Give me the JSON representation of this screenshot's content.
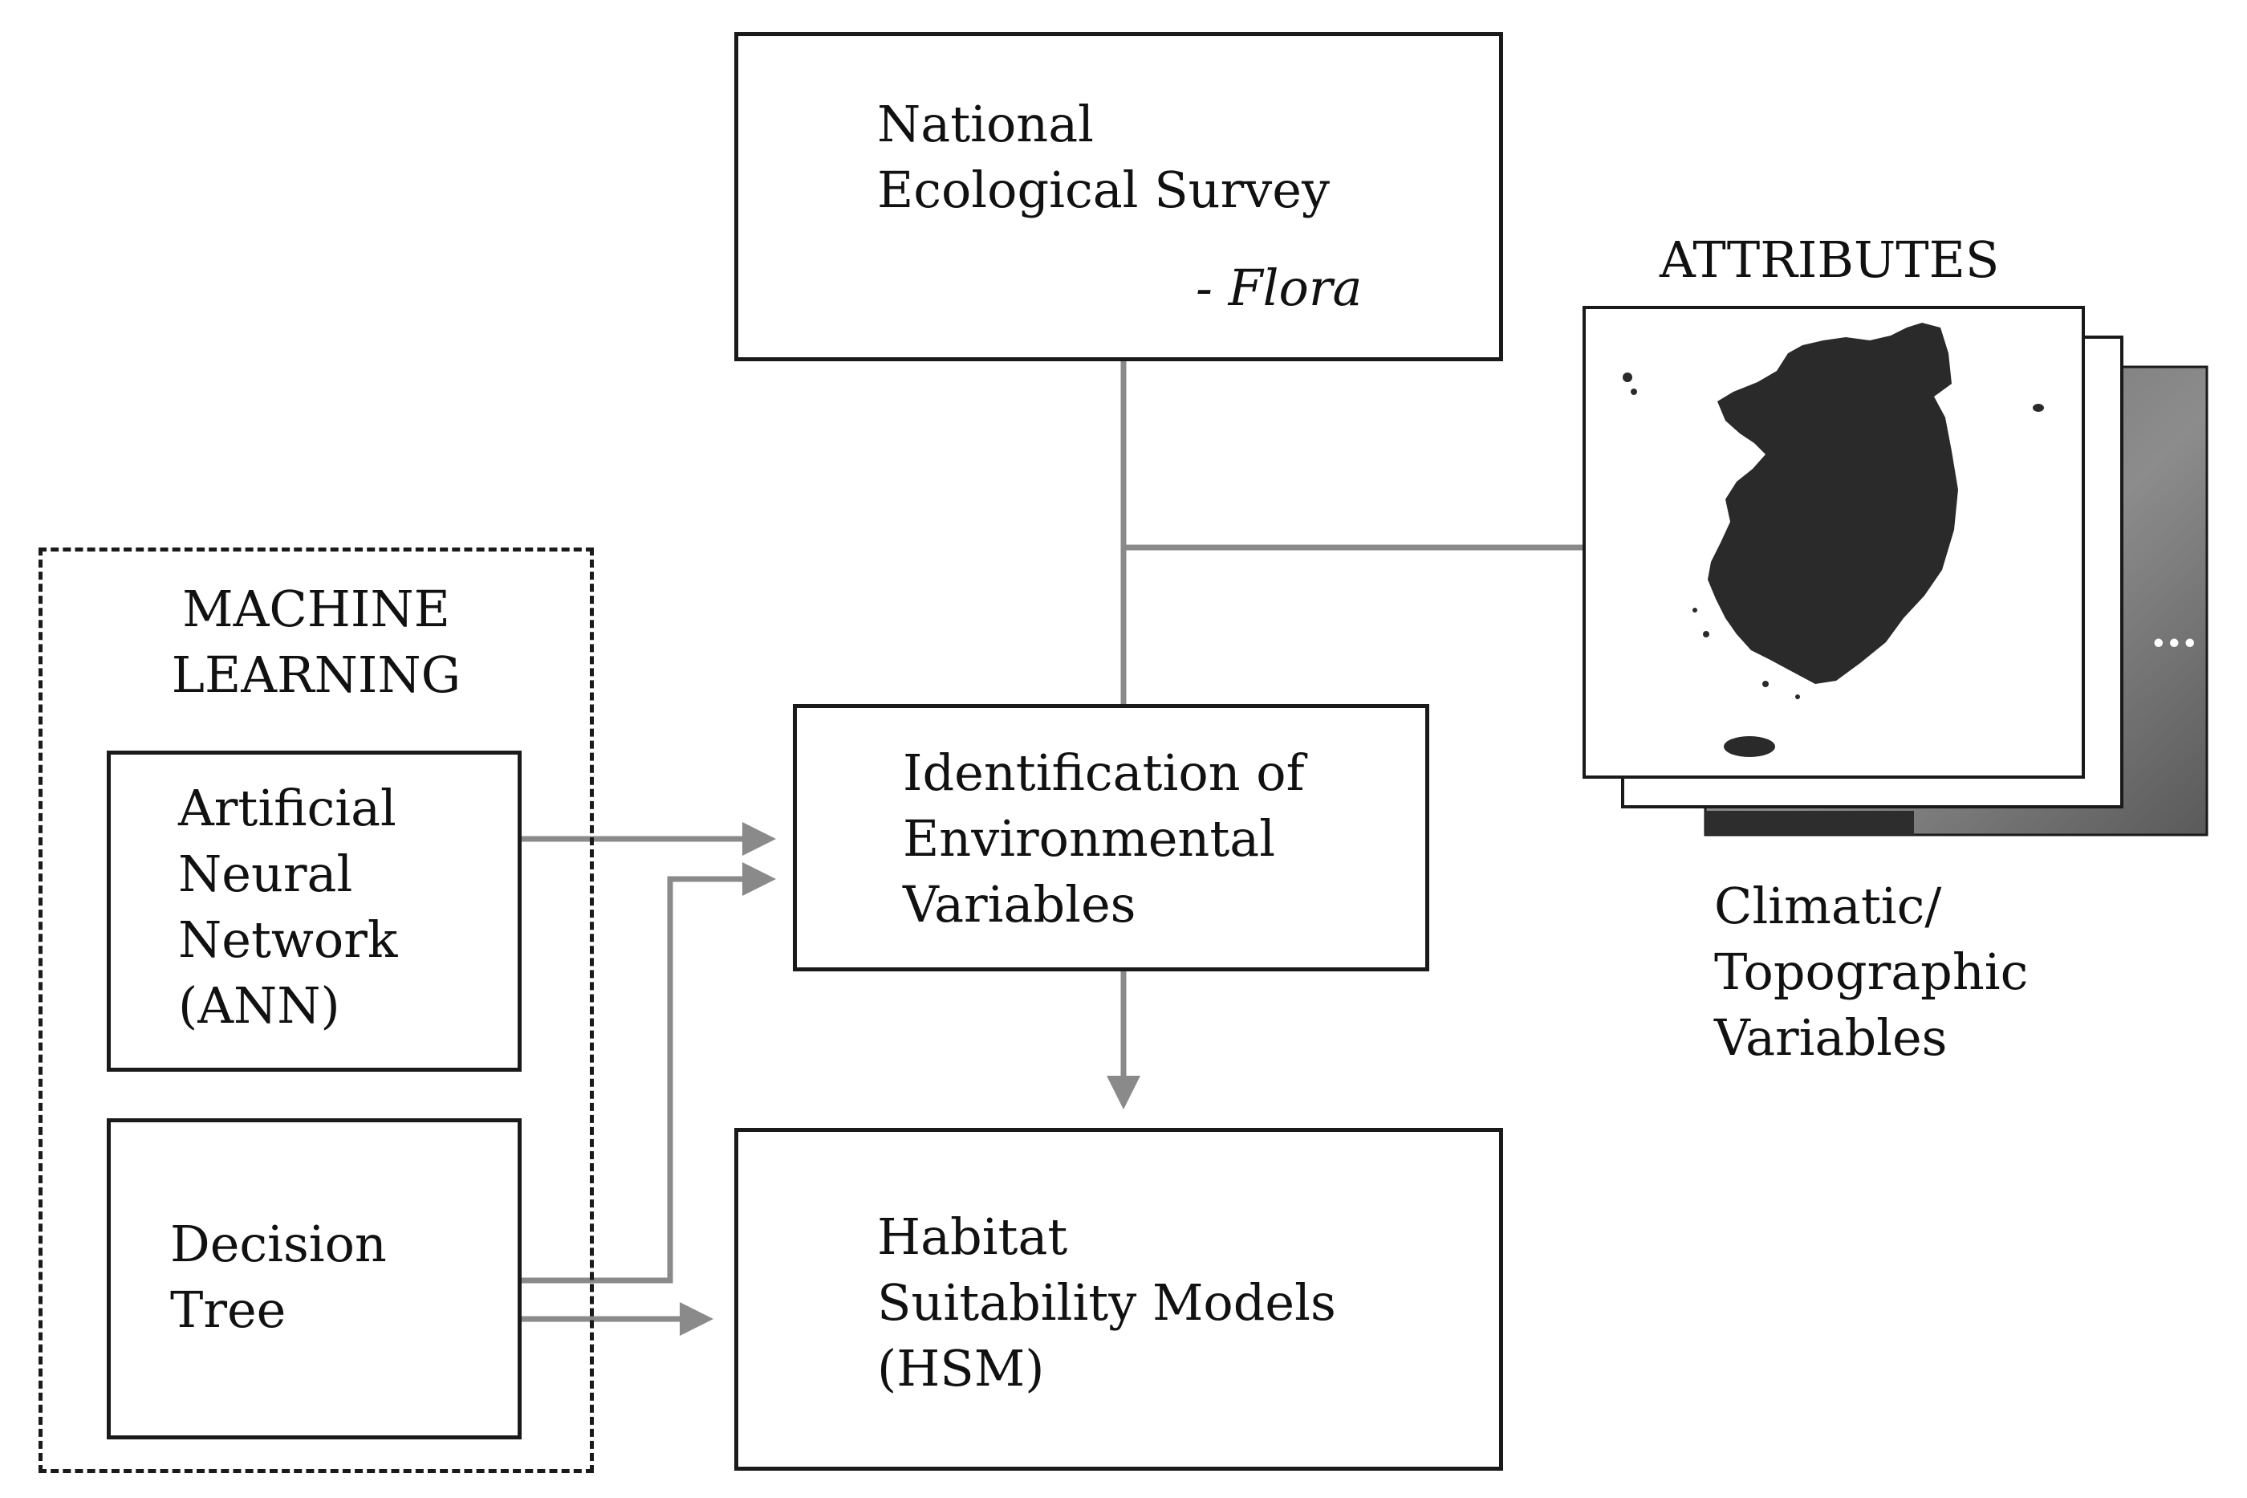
{
  "boxes": {
    "survey": {
      "line1": "National",
      "line2": "Ecological Survey",
      "subtitle": "- Flora"
    },
    "identification": {
      "line1": "Identification of",
      "line2": "Environmental",
      "line3": "Variables"
    },
    "hsm": {
      "line1": "Habitat",
      "line2": "Suitability Models",
      "line3": "(HSM)"
    },
    "ann": {
      "line1": "Artificial",
      "line2": "Neural",
      "line3": "Network",
      "line4": "(ANN)"
    },
    "tree": {
      "line1": "Decision",
      "line2": "Tree"
    }
  },
  "group": {
    "line1": "MACHINE",
    "line2": "LEARNING"
  },
  "attributes": {
    "title": "ATTRIBUTES",
    "ellipsis": "...",
    "caption": {
      "line1": "Climatic/",
      "line2": "Topographic",
      "line3": "Variables"
    }
  },
  "colors": {
    "connector": "#8a8a8a",
    "border": "#1a1a1a",
    "map_fill": "#2a2a2a"
  }
}
